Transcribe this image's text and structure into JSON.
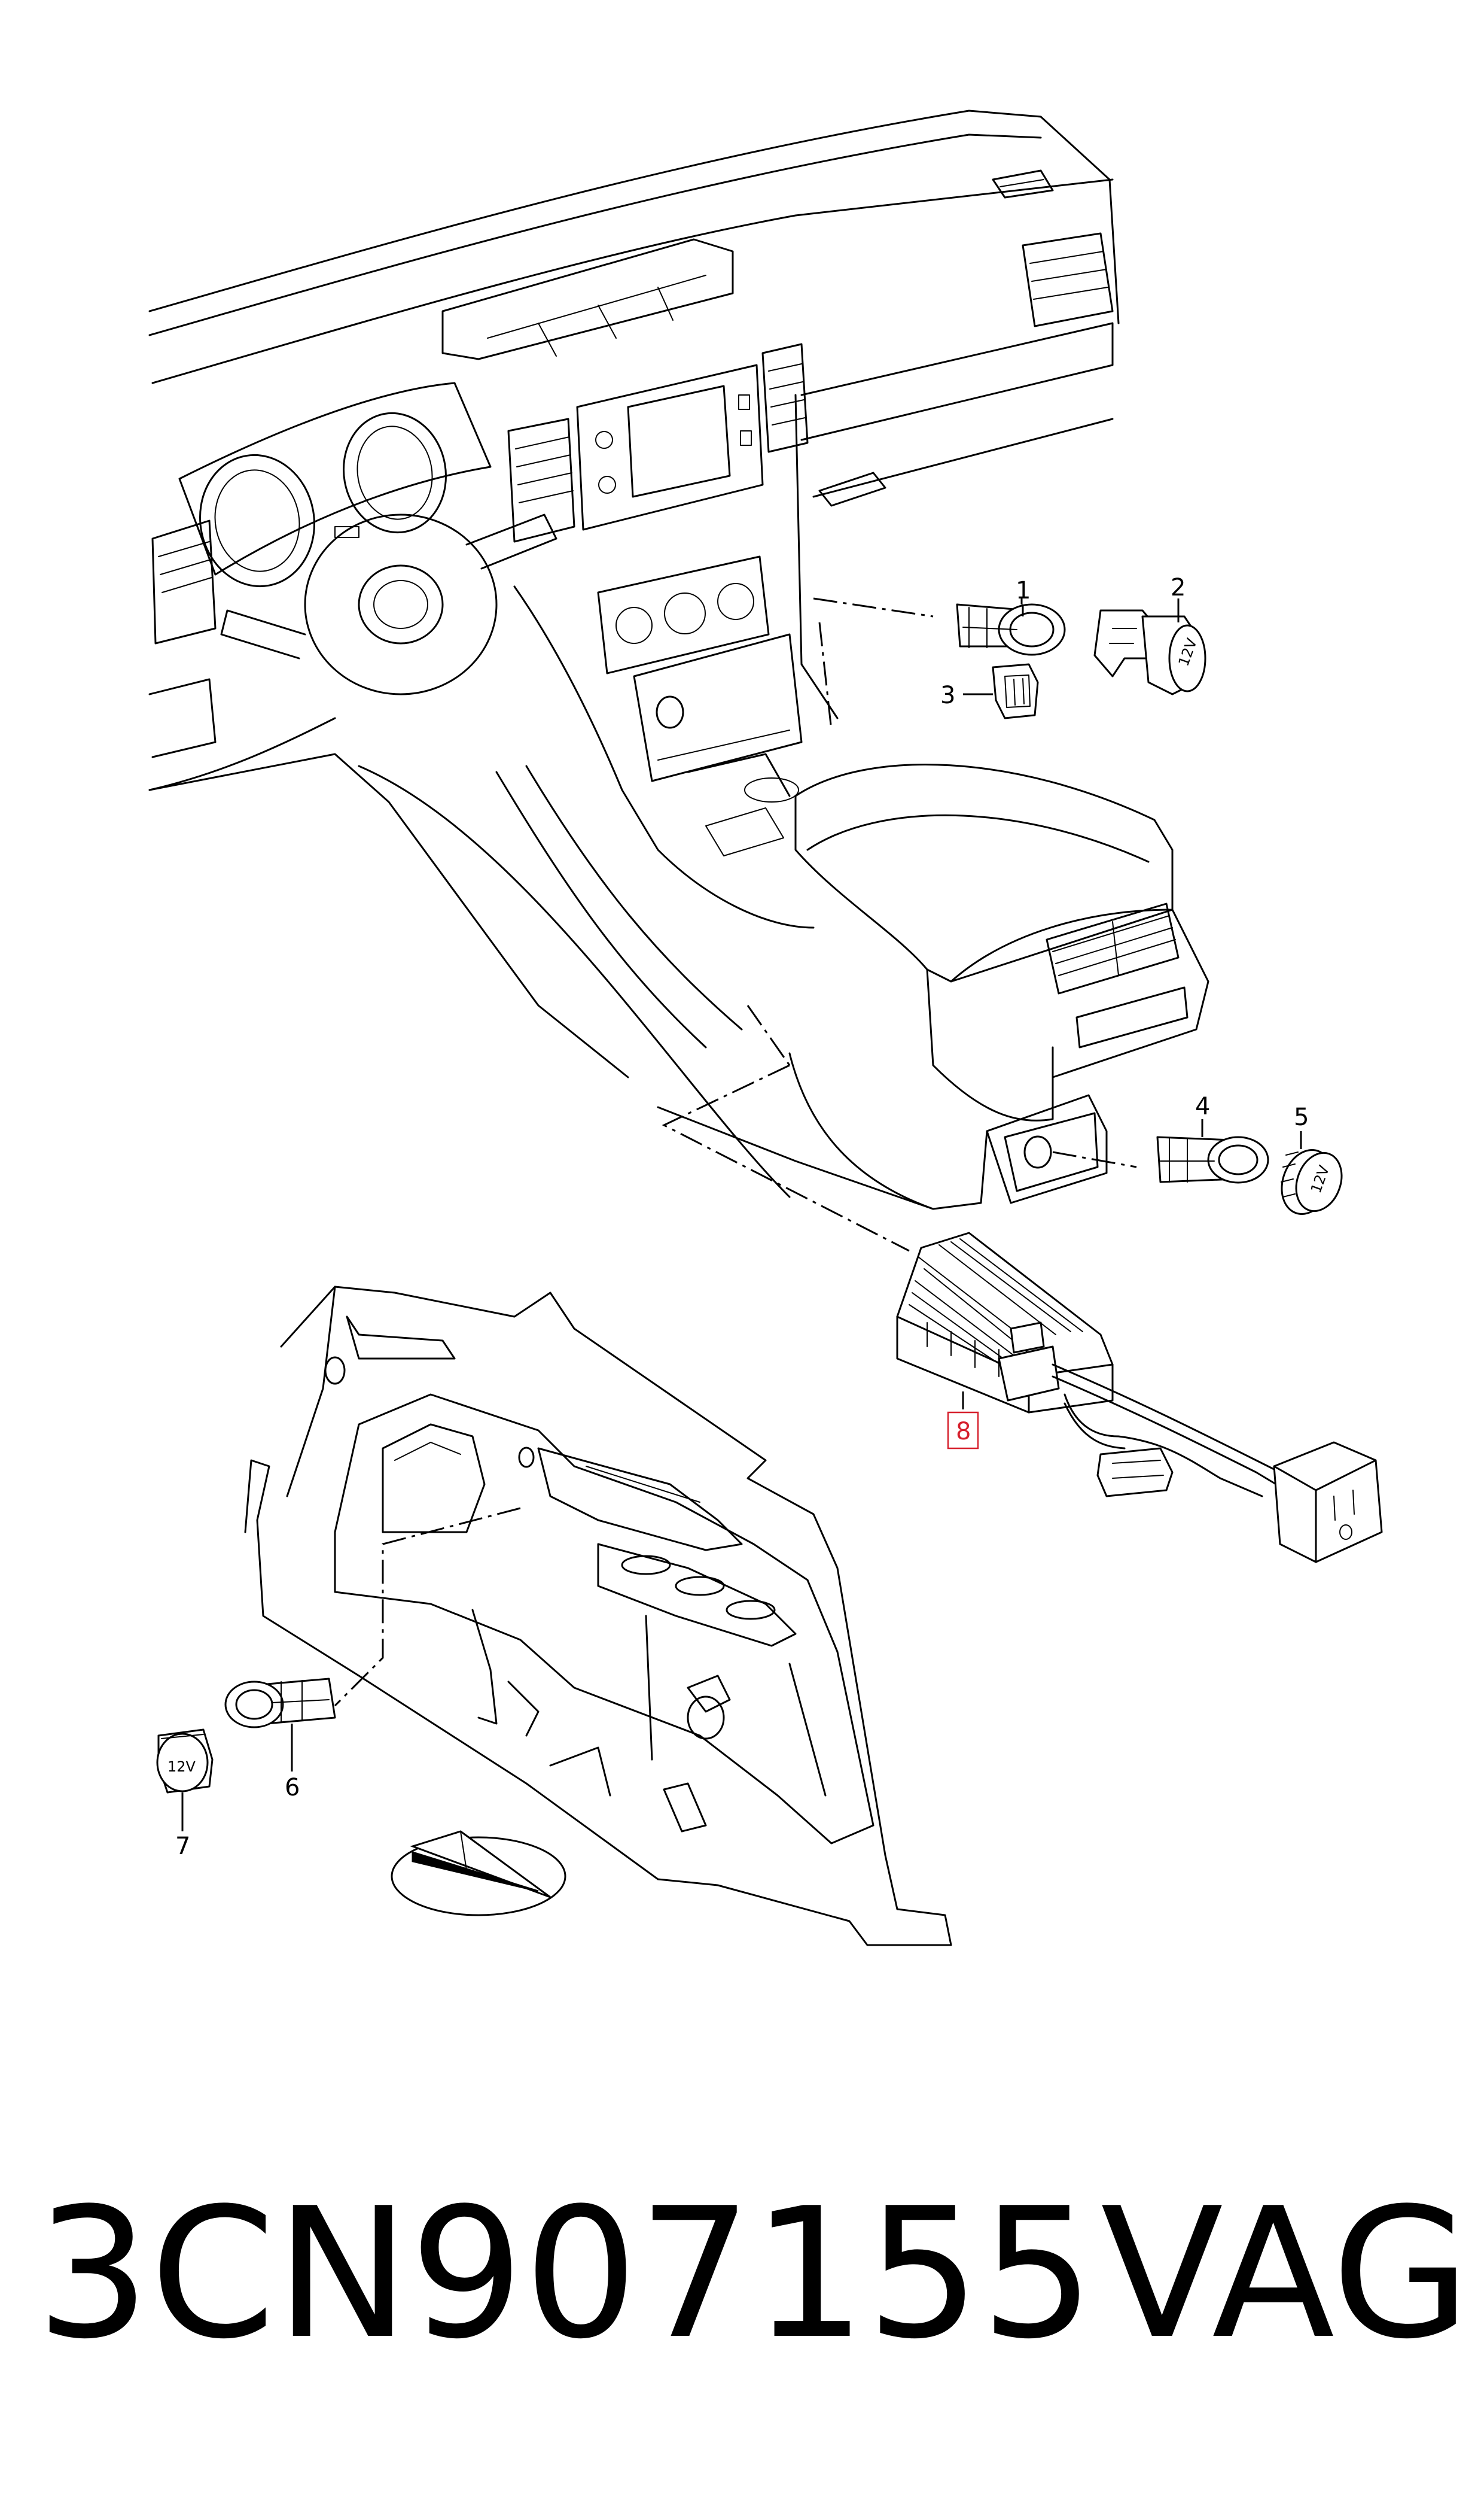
{
  "callouts": [
    {
      "label": "1"
    },
    {
      "label": "2"
    },
    {
      "label": "3"
    },
    {
      "label": "4"
    },
    {
      "label": "5"
    },
    {
      "label": "6"
    },
    {
      "label": "7"
    },
    {
      "label": "8",
      "highlight_color": "#d61f2c"
    }
  ],
  "socket_labels": {
    "part2": "12V",
    "part5": "12V",
    "part7": "12V"
  },
  "footer": {
    "part_number": "3CN907155",
    "brand": "VAG"
  },
  "colors": {
    "line": "#000000",
    "highlight": "#d61f2c",
    "background": "#ffffff"
  }
}
